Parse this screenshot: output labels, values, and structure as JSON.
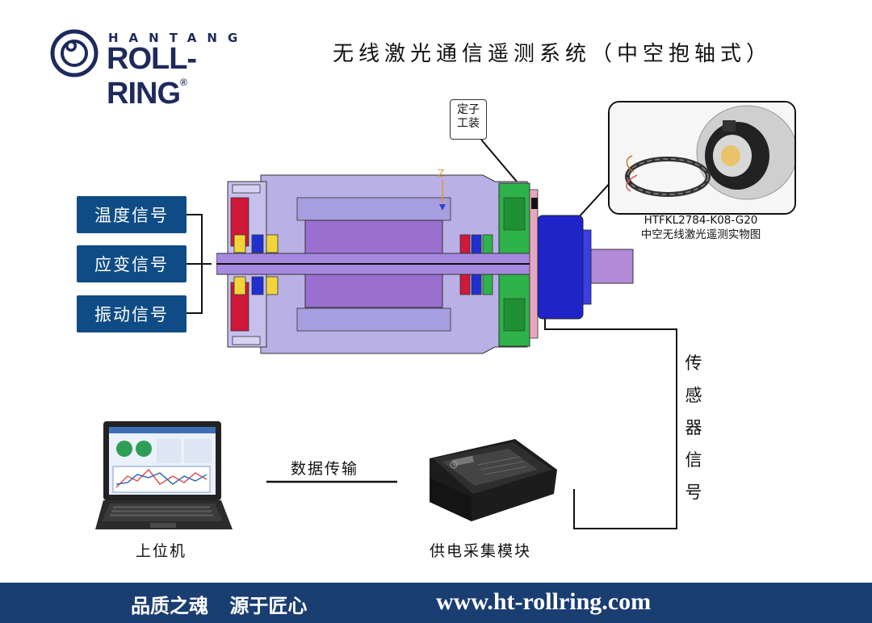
{
  "header": {
    "brand_top": "HANTANG",
    "brand_main": "ROLL-RING",
    "brand_mark": "®",
    "title": "无线激光通信遥测系统（中空抱轴式）"
  },
  "signals": [
    "温度信号",
    "应变信号",
    "振动信号"
  ],
  "stator_tag": {
    "line1": "定子",
    "line2": "工装"
  },
  "axis_label": "Z",
  "photo": {
    "model": "HTFKL2784-K08-G20",
    "caption": "中空无线激光遥测实物图"
  },
  "flow": {
    "data_transfer": "数据传输",
    "host_pc": "上位机",
    "power_module": "供电采集模块",
    "sensor_signal": "传感器信号"
  },
  "footer": {
    "slogan": "品质之魂 源于匠心",
    "website": "www.ht-rollring.com"
  },
  "colors": {
    "navy": "#1a3d72",
    "box_blue": "#0f4c86",
    "shaft_purple": "#9b6fcf",
    "housing_lavender": "#b9b0e6",
    "rotor_blue": "#1f24c9",
    "stator_green": "#2db34a",
    "seal_red": "#d01839"
  }
}
